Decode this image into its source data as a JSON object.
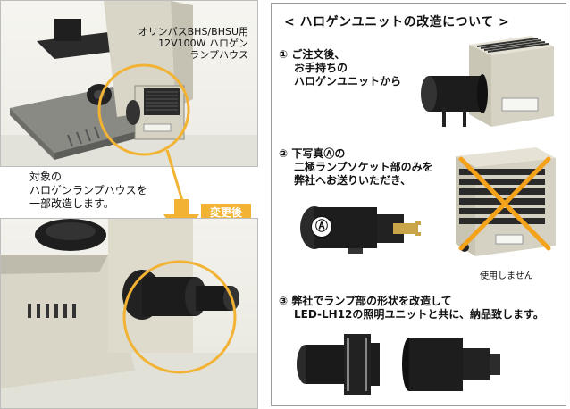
{
  "left": {
    "top_photo_label_lines": [
      "オリンパスBHS/BHSU用",
      "12V100W ハロゲン",
      "ランプハウス"
    ],
    "caption_lines": [
      "対象の",
      "ハロゲンランプハウスを",
      "一部改造します。"
    ],
    "after_badge": "変更後"
  },
  "right": {
    "title": "< ハロゲンユニットの改造について >",
    "step1_lines": [
      "① ご注文後、",
      "お手持ちの",
      "ハロゲンユニットから"
    ],
    "step2_lines": [
      "② 下写真Ⓐの",
      "二極ランプソケット部のみを",
      "弊社へお送りいただき、"
    ],
    "socket_label": "Ⓐ",
    "not_used_label": "使用しません",
    "step3_lines": [
      "③ 弊社でランプ部の形状を改造して",
      "LED-LH12の照明ユニットと共に、納品致します。"
    ]
  },
  "colors": {
    "accent_orange": "#f2b334",
    "cross_orange": "#f5a21b",
    "panel_border": "#9a9a9a"
  },
  "icons": [
    "down-arrow-icon",
    "cross-mark-icon"
  ]
}
